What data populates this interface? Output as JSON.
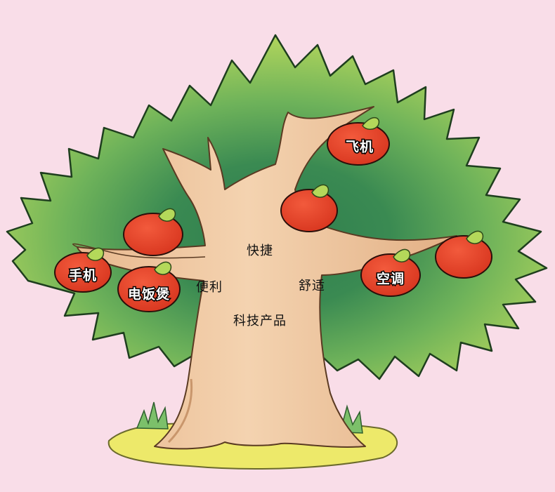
{
  "colors": {
    "background": "#f9dde8",
    "canopy_light": "#b9d95c",
    "canopy_mid": "#6fb35a",
    "canopy_dark": "#3a8a52",
    "trunk": "#f0c9a2",
    "trunk_dark": "#d9a67a",
    "grass": "#ede96a",
    "apple": "#e5452f",
    "leaf": "#b4d85a"
  },
  "trunk": {
    "center_label": "科技产品",
    "words": [
      "快捷",
      "便利",
      "舒适"
    ]
  },
  "apples": [
    {
      "label": "飞机"
    },
    {
      "label": ""
    },
    {
      "label": ""
    },
    {
      "label": "手机"
    },
    {
      "label": "电饭煲"
    },
    {
      "label": "空调"
    },
    {
      "label": ""
    }
  ]
}
